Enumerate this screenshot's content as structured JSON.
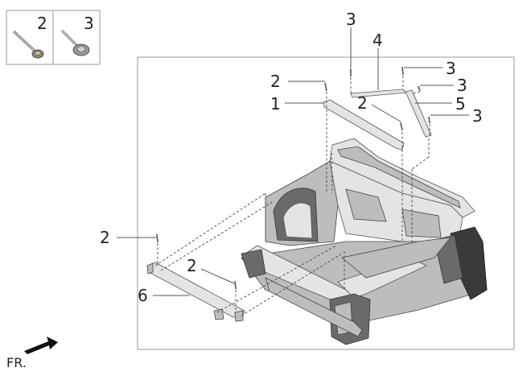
{
  "legend": {
    "cells": [
      {
        "number": "2",
        "icon": "bolt-with-washer-icon"
      },
      {
        "number": "3",
        "icon": "bolt-with-flange-nut-icon"
      }
    ]
  },
  "callouts": [
    {
      "id": "c3-top",
      "number": "3"
    },
    {
      "id": "c4",
      "number": "4"
    },
    {
      "id": "c3-right-1",
      "number": "3"
    },
    {
      "id": "c2-upper",
      "number": "2"
    },
    {
      "id": "c3-right-2",
      "number": "3"
    },
    {
      "id": "c1",
      "number": "1"
    },
    {
      "id": "c2-mid",
      "number": "2"
    },
    {
      "id": "c5",
      "number": "5"
    },
    {
      "id": "c3-right-3",
      "number": "3"
    },
    {
      "id": "c2-left",
      "number": "2"
    },
    {
      "id": "c2-lower",
      "number": "2"
    },
    {
      "id": "c6",
      "number": "6"
    }
  ],
  "direction": {
    "label": "FR.",
    "icon": "front-direction-arrow-icon"
  }
}
